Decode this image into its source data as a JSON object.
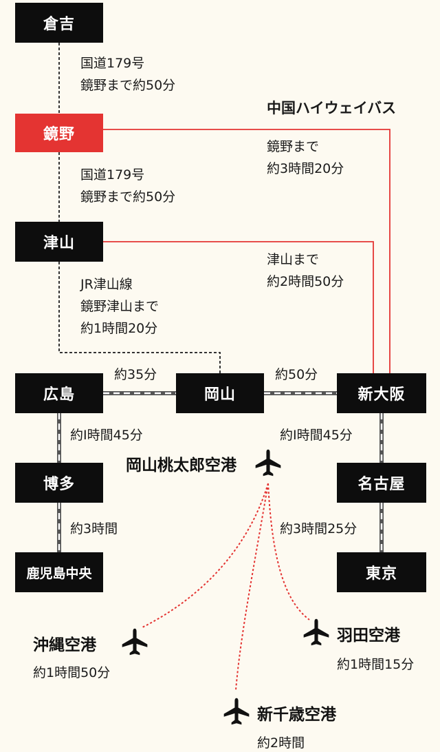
{
  "stations": {
    "kurayoshi": "倉吉",
    "kagamino": "鏡野",
    "tsuyama": "津山",
    "hiroshima": "広島",
    "okayama": "岡山",
    "shin_osaka": "新大阪",
    "hakata": "博多",
    "nagoya": "名古屋",
    "kagoshima_chuo": "鹿児島中央",
    "tokyo": "東京"
  },
  "notes": {
    "kurayoshi_kagamino": [
      "国道179号",
      "鏡野まで約50分"
    ],
    "kagamino_tsuyama": [
      "国道179号",
      "鏡野まで約50分"
    ],
    "tsuyama_okayama": [
      "JR津山線",
      "鏡野津山まで",
      "約1時間20分"
    ],
    "highway_bus_title": "中国ハイウェイバス",
    "bus_kagamino": [
      "鏡野まで",
      "約3時間20分"
    ],
    "bus_tsuyama": [
      "津山まで",
      "約2時間50分"
    ],
    "hiroshima_okayama": "約35分",
    "okayama_shinosaka": "約50分",
    "hiroshima_hakata": "約Ⅰ時間45分",
    "shinosaka_nagoya": "約Ⅰ時間45分",
    "hakata_kagoshima": "約3時間",
    "nagoya_tokyo": "約3時間25分"
  },
  "airports": {
    "okayama": "岡山桃太郎空港",
    "okinawa": "沖縄空港",
    "okinawa_time": "約1時間50分",
    "haneda": "羽田空港",
    "haneda_time": "約1時間15分",
    "new_chitose": "新千歳空港",
    "new_chitose_time": "約2時間"
  },
  "colors": {
    "station_bg": "#0d0d0d",
    "highlight": "#e43432",
    "bus_line": "#e43432",
    "background": "#fdfaf1"
  },
  "icons": {
    "airport": "airplane-icon"
  }
}
